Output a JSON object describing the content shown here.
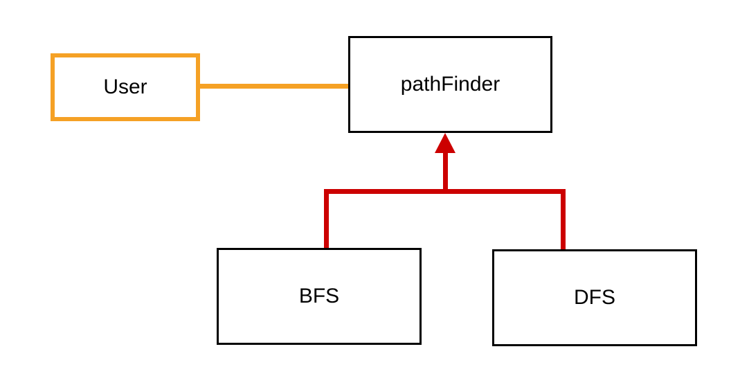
{
  "diagram": {
    "background_color": "#FFFFFF",
    "nodes": {
      "user": {
        "label": "User",
        "border_color": "#F5A125",
        "text_color": "#000000"
      },
      "pathFinder": {
        "label": "pathFinder",
        "border_color": "#000000",
        "text_color": "#000000"
      },
      "bfs": {
        "label": "BFS",
        "border_color": "#000000",
        "text_color": "#000000"
      },
      "dfs": {
        "label": "DFS",
        "border_color": "#000000",
        "text_color": "#000000"
      }
    },
    "edges": [
      {
        "from": "User",
        "to": "pathFinder",
        "color": "#F5A125",
        "arrow": "none"
      },
      {
        "from": "BFS",
        "to": "pathFinder",
        "color": "#CC0000",
        "arrow": "up-triangle-at-pathFinder"
      },
      {
        "from": "DFS",
        "to": "pathFinder",
        "color": "#CC0000",
        "arrow": "up-triangle-at-pathFinder"
      }
    ]
  }
}
